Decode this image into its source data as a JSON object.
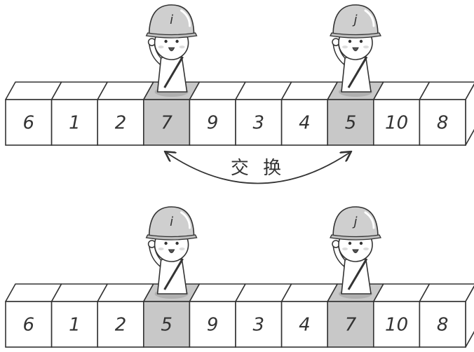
{
  "rows": [
    {
      "values": [
        "6",
        "1",
        "2",
        "7",
        "9",
        "3",
        "4",
        "5",
        "10",
        "8"
      ],
      "highlight": [
        3,
        7
      ]
    },
    {
      "values": [
        "6",
        "1",
        "2",
        "5",
        "9",
        "3",
        "4",
        "7",
        "10",
        "8"
      ],
      "highlight": [
        3,
        7
      ]
    }
  ],
  "pointers": {
    "left": "i",
    "right": "j"
  },
  "swap_label": "交 换",
  "colors": {
    "highlight": "#c8c8c8",
    "stroke": "#333333",
    "cell": "#ffffff"
  }
}
